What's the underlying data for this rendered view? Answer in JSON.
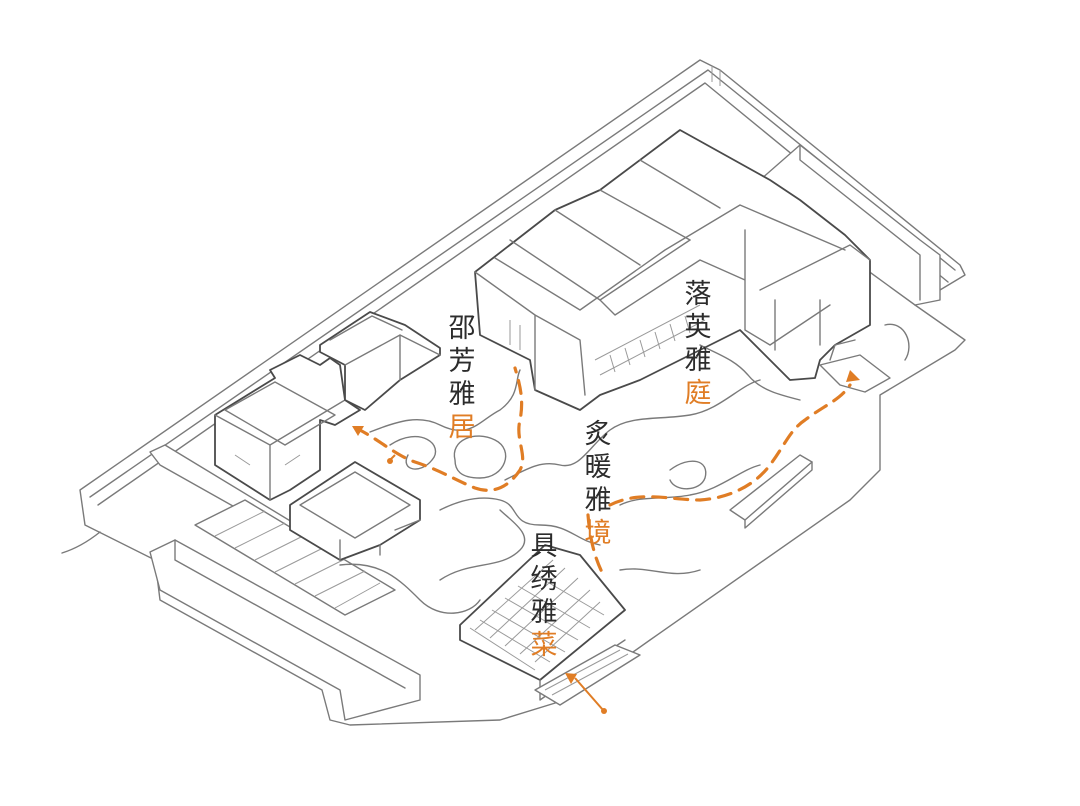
{
  "colors": {
    "line": "#7a7a7a",
    "accent": "#e07d25",
    "text": "#2c2c2c"
  },
  "labels": [
    {
      "id": "fangya-ju",
      "chars": [
        "邵",
        "芳",
        "雅"
      ],
      "accent": "居"
    },
    {
      "id": "luoying-ting",
      "chars": [
        "落",
        "英",
        "雅"
      ],
      "accent": "庭"
    },
    {
      "id": "yuanya-jing",
      "chars": [
        "炙",
        "暖",
        "雅"
      ],
      "accent": "境"
    },
    {
      "id": "xiuya-yuan",
      "chars": [
        "具",
        "绣",
        "雅"
      ],
      "accent": "菜"
    }
  ]
}
